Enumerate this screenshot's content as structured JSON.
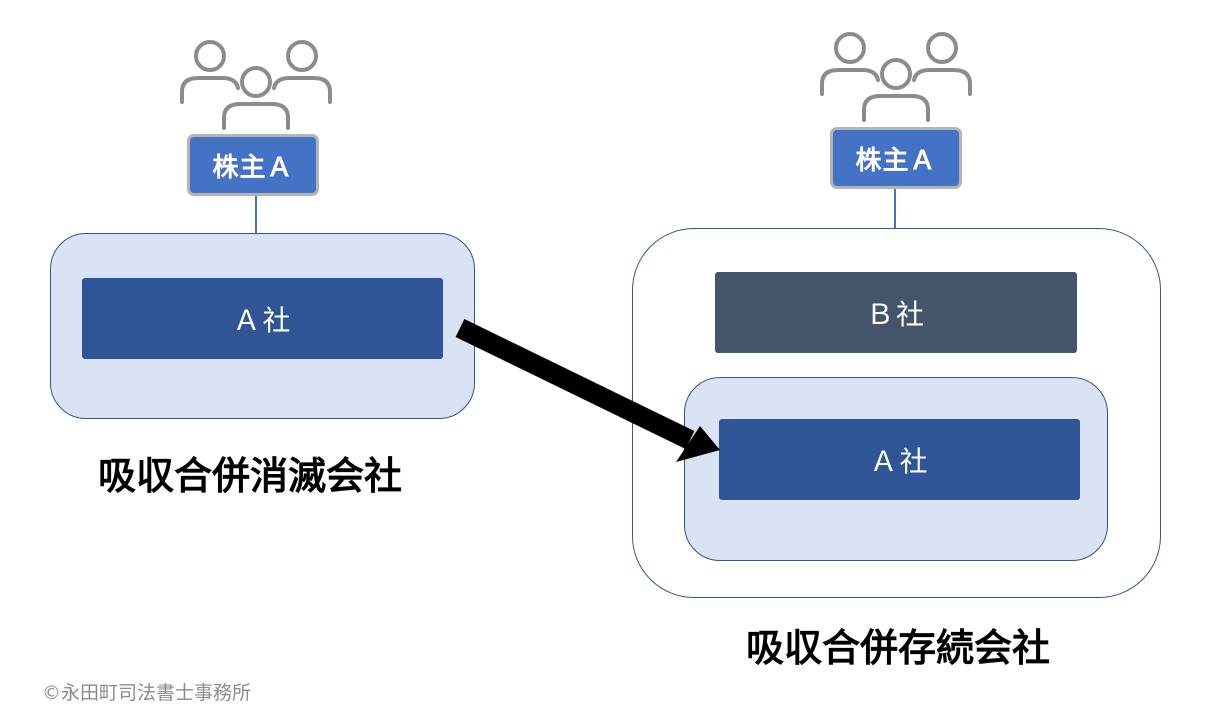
{
  "left": {
    "shareholder_label": "株主Ａ",
    "company_label": "Ａ社",
    "caption": "吸収合併消滅会社"
  },
  "right": {
    "shareholder_label": "株主Ａ",
    "company_b_label": "Ｂ社",
    "company_a_label": "Ａ社",
    "caption": "吸収合併存続会社"
  },
  "arrow": {
    "icon": "arrow-right-down-icon",
    "color": "#000000"
  },
  "icons": {
    "left_people": "people-group-icon",
    "right_people": "people-group-icon"
  },
  "colors": {
    "shareholder_badge": "#4472c4",
    "company_a": "#2f5597",
    "company_b": "#44546a",
    "frame_fill": "#dae3f3",
    "frame_border": "#2f5597"
  },
  "copyright": "©永田町司法書士事務所"
}
